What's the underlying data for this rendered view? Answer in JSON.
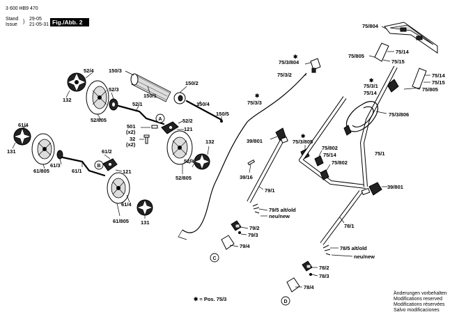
{
  "header": {
    "doc_number": "3 600 HB9 470",
    "stand_label": "Stand",
    "issue_label": "Issue",
    "stand_value": "29-05",
    "issue_value": "21-05-31",
    "figure_label": "Fig./Abb. 2"
  },
  "footnote": "✱ = Pos.  75/3",
  "notes": [
    "Änderungen vorbehalten",
    "Modifications reserved",
    "Modifications réservées",
    "Salvo modificaciones"
  ],
  "callouts": [
    "A",
    "B",
    "C",
    "D"
  ],
  "labels": {
    "p52_4a": "52/4",
    "p132a": "132",
    "p52_3": "52/3",
    "p52_805": "52/805",
    "p150_3": "150/3",
    "p150_1": "150/1",
    "p150_2": "150/2",
    "p150_4": "150/4",
    "p150_5": "150/5",
    "p52_1": "52/1",
    "p501": "501",
    "p501x": "(x2)",
    "p32": "32",
    "p32x": "(x2)",
    "p52_2": "52/2",
    "p121a": "121",
    "p132b": "132",
    "p52_4b": "52/4",
    "p52_805b": "52/805",
    "p61_4a": "61/4",
    "p131a": "131",
    "p61_805a": "61/805",
    "p61_3": "61/3",
    "p61_1": "61/1",
    "p61_2": "61/2",
    "p121b": "121",
    "p61_4b": "61/4",
    "p61_805b": "61/805",
    "p131b": "131",
    "p75_3_804": "75/3/804",
    "p75_3_2": "75/3/2",
    "p75_3_3": "75/3/3",
    "p39_801a": "39/801",
    "p75_3_805": "75/3/805",
    "p39_16": "39/16",
    "p79_1": "79/1",
    "p79_5": "79/5 alt/old",
    "p79_5n": "neu/new",
    "p79_2": "79/2",
    "p79_3": "79/3",
    "p79_4": "79/4",
    "p75_804": "75/804",
    "p75_805a": "75/805",
    "p75_14a": "75/14",
    "p75_15a": "75/15",
    "p75_14b": "75/14",
    "p75_15b": "75/15",
    "p75_3_1": "75/3/1",
    "p75_14c": "75/14",
    "p75_805b": "75/805",
    "p75_3_806": "75/3/806",
    "p75_802a": "75/802",
    "p75_14d": "75/14",
    "p75_802b": "75/802",
    "p75_1": "75/1",
    "p39_801b": "39/801",
    "p78_1": "78/1",
    "p78_5": "78/5 alt/old",
    "p78_5n": "neu/new",
    "p78_2": "78/2",
    "p78_3": "78/3",
    "p78_4": "78/4"
  }
}
